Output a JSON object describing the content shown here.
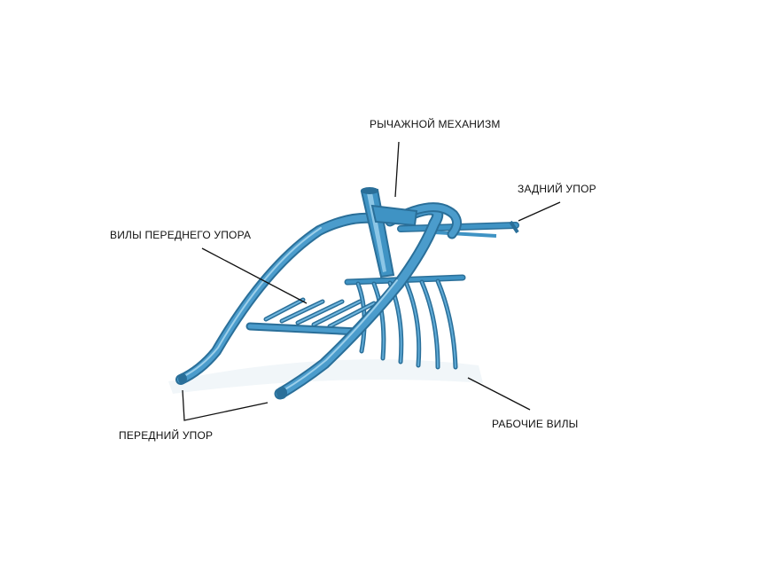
{
  "diagram": {
    "colors": {
      "tube": "#3f93c4",
      "tube_dark": "#2a6f99",
      "tube_light": "#8cc6e6",
      "leader": "#111111",
      "background": "#ffffff"
    },
    "labels": {
      "lever_mechanism": "РЫЧАЖНОЙ МЕХАНИЗМ",
      "rear_stop": "ЗАДНИЙ УПОР",
      "front_stop_forks": "ВИЛЫ ПЕРЕДНЕГО УПОРА",
      "front_stop": "ПЕРЕДНИЙ УПОР",
      "working_forks": "РАБОЧИЕ ВИЛЫ"
    }
  }
}
